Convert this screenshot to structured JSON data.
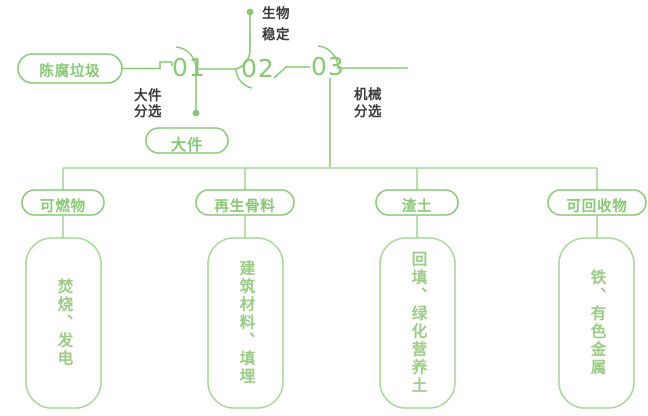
{
  "theme": {
    "line_color": "#8ac878",
    "line_color_light": "#a8d79a",
    "text_green": "#8ac876",
    "text_green_soft": "#9ccb87",
    "text_dark": "#3a3a3a",
    "background": "#ffffff"
  },
  "diagram": {
    "type": "process-flowchart",
    "title": "",
    "source_node": {
      "label": "陈腐垃圾"
    },
    "stages": [
      {
        "number": "01",
        "process_label": "大件分选",
        "process_label_lines": [
          "大件",
          "分选"
        ],
        "output": {
          "label": "大件",
          "position": "below"
        }
      },
      {
        "number": "02",
        "process_label": "生物稳定",
        "process_label_lines": [
          "生物",
          "稳定"
        ],
        "output": null
      },
      {
        "number": "03",
        "process_label": "机械分选",
        "process_label_lines": [
          "机械",
          "分选"
        ],
        "output": null
      }
    ],
    "branches": [
      {
        "category": "可燃物",
        "destination": "焚烧、发电"
      },
      {
        "category": "再生骨料",
        "destination": "建筑材料、填埋"
      },
      {
        "category": "渣土",
        "destination": "回填、绿化营养土"
      },
      {
        "category": "可回收物",
        "destination": "铁、有色金属"
      }
    ]
  }
}
